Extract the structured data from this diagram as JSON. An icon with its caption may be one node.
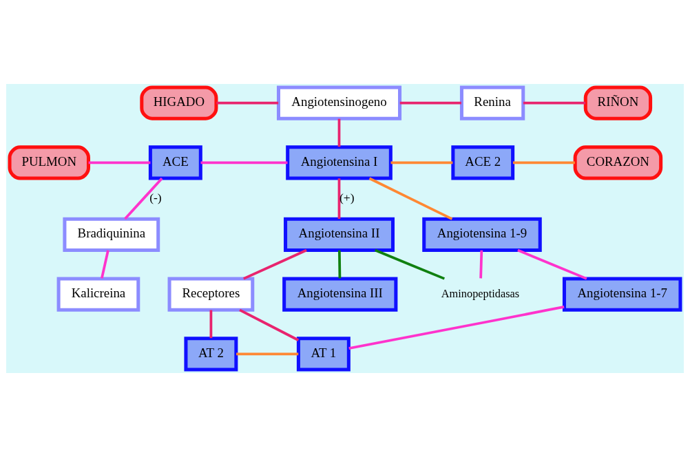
{
  "diagram": {
    "nodes": [
      {
        "text": [
          "HIGADO"
        ]
      },
      {
        "text": [
          "Angiotensinogeno"
        ]
      },
      {
        "text": [
          "Renina"
        ]
      },
      {
        "text": [
          "RIÑON"
        ]
      },
      {
        "text": [
          "PULMON"
        ]
      },
      {
        "text": [
          "ACE"
        ]
      },
      {
        "text": [
          "Angiotensina I"
        ]
      },
      {
        "text": [
          "ACE 2"
        ]
      },
      {
        "text": [
          "CORAZON"
        ]
      },
      {
        "text": [
          "Bradiquinina"
        ]
      },
      {
        "text": [
          "Kalicreina"
        ]
      },
      {
        "text": [
          "Aminopeptidasas"
        ]
      },
      {
        "text": [
          "Angiotensina II"
        ]
      },
      {
        "text": [
          "Angiotensina 1-9"
        ]
      },
      {
        "text": [
          "Angiotensina III"
        ]
      },
      {
        "text": [
          "Angiotensina 1-7"
        ]
      },
      {
        "text": [
          "Receptores"
        ]
      },
      {
        "text": [
          "AT 2"
        ]
      },
      {
        "text": [
          "AT 1"
        ]
      }
    ],
    "edges": [
      {
        "from": 0,
        "to": 1,
        "arrow": "none"
      },
      {
        "from": 1,
        "to": 2,
        "arrow": "none"
      },
      {
        "from": 2,
        "to": 3,
        "arrow": "none"
      },
      {
        "from": 1,
        "to": 6,
        "arrow": "none"
      },
      {
        "from": 4,
        "to": 5,
        "arrow": "none",
        "color": "#ff33cc"
      },
      {
        "from": 5,
        "to": 6,
        "arrow": "none",
        "color": "#ff33cc"
      },
      {
        "from": 6,
        "to": 7,
        "arrow": "none",
        "color": "#ff8833"
      },
      {
        "from": 7,
        "to": 8,
        "arrow": "none",
        "color": "#ff8833"
      },
      {
        "from": 5,
        "to": 9,
        "arrow": "none",
        "label": "(-)",
        "color": "#ff33cc"
      },
      {
        "from": 9,
        "to": 10,
        "arrow": "none",
        "color": "#ff33cc"
      },
      {
        "from": 6,
        "to": 12,
        "arrow": "none",
        "label": "(+)"
      },
      {
        "from": 6,
        "to": 13,
        "arrow": "none",
        "color": "#ff8833"
      },
      {
        "from": 11,
        "to": 12,
        "arrow": "none",
        "color": "#108010"
      },
      {
        "from": 12,
        "to": 14,
        "arrow": "none",
        "color": "#108010"
      },
      {
        "from": 11,
        "to": 13,
        "arrow": "none",
        "color": "#ff33cc"
      },
      {
        "from": 13,
        "to": 15,
        "arrow": "none",
        "color": "#ff33cc"
      },
      {
        "from": 12,
        "to": 16,
        "arrow": "none"
      },
      {
        "from": 16,
        "to": 17,
        "arrow": "none"
      },
      {
        "from": 16,
        "to": 18,
        "arrow": "none"
      },
      {
        "from": 15,
        "to": 18,
        "arrow": "none",
        "color": "#ff33cc"
      },
      {
        "from": 17,
        "to": 18,
        "arrow": "none",
        "color": "#ff8833"
      }
    ]
  }
}
